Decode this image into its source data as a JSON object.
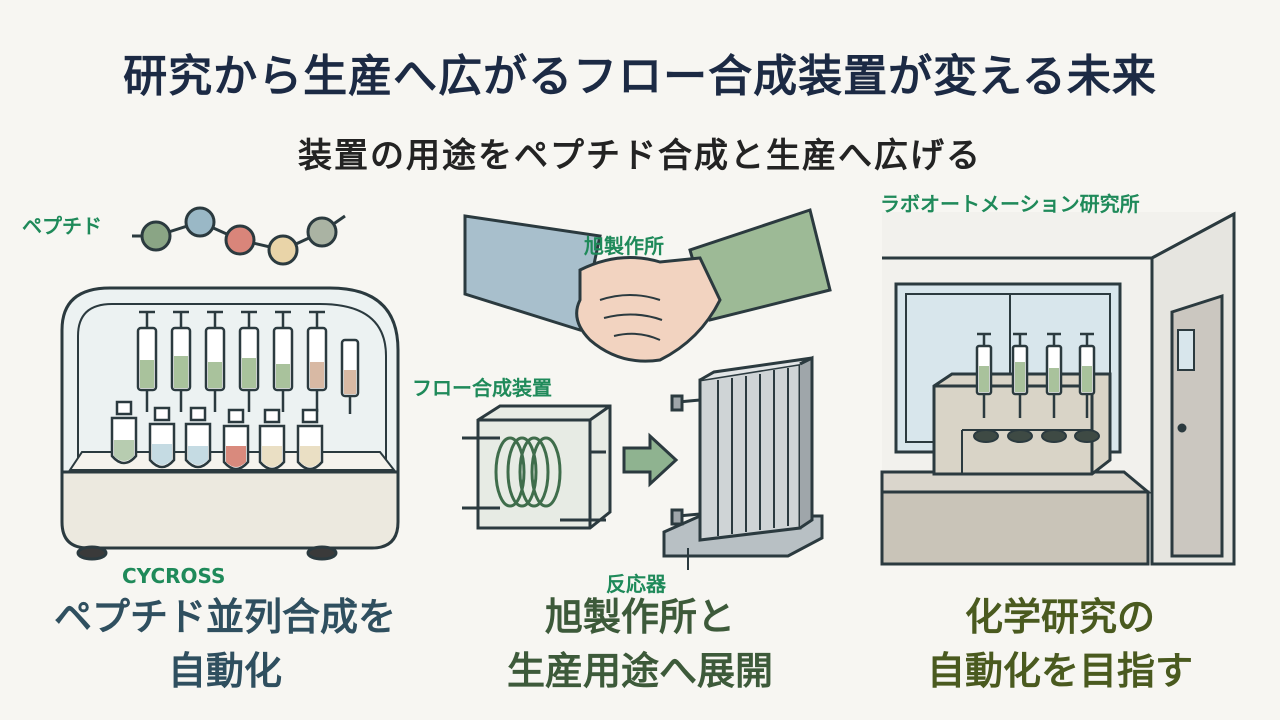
{
  "title": "研究から生産へ広がるフロー合成装置が変える未来",
  "subtitle": "装置の用途をペプチド合成と生産へ広げる",
  "left": {
    "peptide_label": "ペプチド",
    "device_label": "CYCROSS",
    "caption_line1": "ペプチド並列合成を",
    "caption_line2": "自動化"
  },
  "center": {
    "partner_label": "旭製作所",
    "flow_label": "フロー合成装置",
    "reactor_label": "反応器",
    "caption_line1": "旭製作所と",
    "caption_line2": "生産用途へ展開"
  },
  "right": {
    "lab_label": "ラボオートメーション研究所",
    "caption_line1": "化学研究の",
    "caption_line2": "自動化を目指す"
  },
  "colors": {
    "title": "#1c2a44",
    "label_green": "#1f8a5a",
    "caption_left": "#2f4f5f",
    "caption_center": "#3d5a3a",
    "caption_right": "#4a5a1f"
  }
}
